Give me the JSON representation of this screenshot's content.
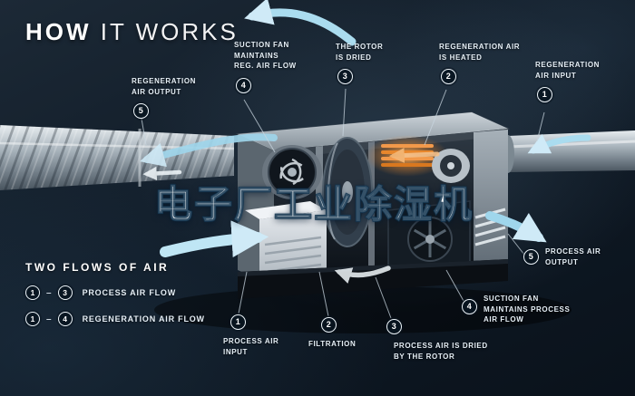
{
  "title": {
    "bold": "HOW",
    "light": "IT WORKS"
  },
  "watermark": "电子厂工业除湿机",
  "callouts": [
    {
      "num": "5",
      "label": "REGENERATION\nAIR OUTPUT"
    },
    {
      "num": "4",
      "label": "SUCTION FAN\nMAINTAINS\nREG. AIR FLOW"
    },
    {
      "num": "3",
      "label": "THE ROTOR\nIS DRIED"
    },
    {
      "num": "2",
      "label": "REGENERATION AIR\nIS HEATED"
    },
    {
      "num": "1",
      "label": "REGENERATION\nAIR INPUT"
    },
    {
      "num": "1",
      "label": "PROCESS AIR\nINPUT"
    },
    {
      "num": "2",
      "label": "FILTRATION"
    },
    {
      "num": "3",
      "label": "PROCESS AIR IS DRIED\nBY THE ROTOR"
    },
    {
      "num": "4",
      "label": "SUCTION FAN\nMAINTAINS PROCESS\nAIR FLOW"
    },
    {
      "num": "5",
      "label": "PROCESS AIR\nOUTPUT"
    }
  ],
  "legend": {
    "title": "TWO FLOWS OF AIR",
    "separator": "–",
    "rows": [
      {
        "from": "1",
        "to": "3",
        "label": "PROCESS AIR FLOW"
      },
      {
        "from": "1",
        "to": "4",
        "label": "REGENERATION AIR FLOW"
      }
    ]
  },
  "colors": {
    "background": "#0c151f",
    "accent_blue": "#9fd6ec",
    "heater_orange": "#e8872c",
    "badge_border": "#ffffff",
    "label_text": "#e6eff6"
  }
}
